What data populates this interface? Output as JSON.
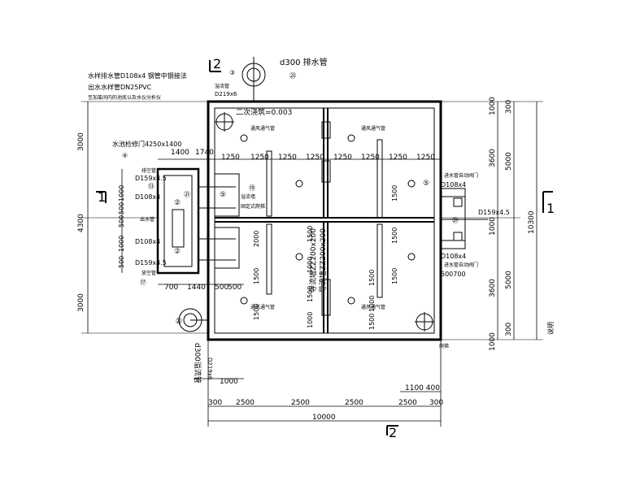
{
  "section_marks": {
    "left": "1",
    "right": "1",
    "top": "2",
    "bottom": "2"
  },
  "labels": {
    "notes_top_line1": "水样排水管D108x4 钢管中钢接法",
    "notes_top_line2": "出水水样管DN25PVC",
    "notes_top_line3": "至加氯间内的池底以及水仪分析仪",
    "elevation": "二次浇筑=0.003",
    "sump_size": "水池检修门4250x1400",
    "pipe_d300_top": "d300 排水管",
    "pipe_d219_top": "D219x6",
    "overflow_pipe_top": "溢流管",
    "pipe_d159_top": "D159x4.5",
    "pipe_d108_top": "D108x4",
    "pipe_d108_bot": "D108x4",
    "pipe_d159_bot": "D159x4.5",
    "outlet_pipe": "出水管",
    "drain_pipe_left": "排空管",
    "drain_pipe_left2": "放空管",
    "right_d108_top": "D108x4",
    "right_d108_bot": "D108x4",
    "right_d159": "D159x4.5",
    "right_note_top": "进水管自动阀门",
    "right_note_bot": "进水管自动阀门",
    "vent_pipe_1": "通风通气管",
    "vent_pipe_2": "通风通气管",
    "vent_pipe_3": "通风通气管",
    "vent_pipe_4": "通风通气管",
    "overflow_wall": "溢流墙",
    "fixed_ladder": "固定式爬梯",
    "inspection_1": "导流墙ZZ200x200",
    "inspection_2": "导流墙ZZ200x200",
    "ladder_bottom": "爬梯",
    "pipe_d300_bot": "d300溢流管",
    "pipe_d219_bot": "D219x6",
    "explain": "说明",
    "num_4": "④",
    "num_13": "⑬",
    "num_17": "⑰",
    "num_23": "㉓",
    "num_5a": "⑤",
    "num_5b": "⑤",
    "num_19": "⑲",
    "num_21": "㉑",
    "num_2a": "②",
    "num_2b": "②",
    "num_27": "㉗",
    "num_3": "③",
    "num_22": "㉒"
  },
  "dimensions": {
    "top_row": [
      "1250",
      "1250",
      "1250",
      "1250",
      "1250",
      "1250",
      "1250",
      "1250"
    ],
    "sump_top": [
      "1400",
      "1740"
    ],
    "sump_bottom": [
      "700",
      "1440",
      "500",
      "500"
    ],
    "right_small": "500700",
    "bottom_row": [
      "300",
      "2500",
      "2500",
      "2500",
      "2500",
      "300"
    ],
    "bottom_small": [
      "1000"
    ],
    "bottom_right_small": "1100 400",
    "total_width": "10000",
    "left_stack": [
      "3000",
      "4300",
      "3000"
    ],
    "left_inner": [
      "1000",
      "500",
      "500",
      "1000",
      "500"
    ],
    "right_stack_outer": [
      "1000",
      "3600",
      "1000",
      "3600",
      "1000"
    ],
    "right_stack_inner": [
      "300",
      "5000",
      "5000",
      "300"
    ],
    "total_height": "10300",
    "interior_left": [
      "2000",
      "1500",
      "1500"
    ],
    "interior_mid": [
      "1500",
      "1000",
      "1500",
      "1000"
    ],
    "interior_right": [
      "1500",
      "1500",
      "1500"
    ],
    "interior_right2": [
      "1500",
      "1000",
      "1500"
    ]
  }
}
